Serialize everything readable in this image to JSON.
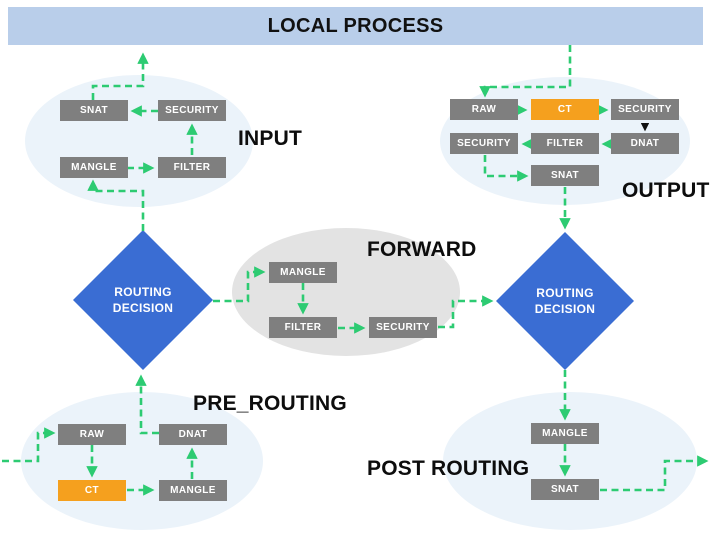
{
  "banner": {
    "label": "LOCAL PROCESS"
  },
  "colors": {
    "banner_bg": "#B9CEEA",
    "node_gray": "#7F7F7F",
    "node_orange": "#F5A01E",
    "decision_blue": "#3A6DD3",
    "cluster_blue": "#EBF3FA",
    "cluster_gray": "#E3E3E3",
    "arrow_green": "#2DCB72",
    "arrow_black": "#111111"
  },
  "decisions": {
    "left": {
      "label": "ROUTING DECISION"
    },
    "right": {
      "label": "ROUTING DECISION"
    }
  },
  "clusters": {
    "input": {
      "label": "INPUT",
      "nodes": [
        {
          "id": "snat",
          "label": "SNAT"
        },
        {
          "id": "security",
          "label": "SECURITY"
        },
        {
          "id": "mangle",
          "label": "MANGLE"
        },
        {
          "id": "filter",
          "label": "FILTER"
        }
      ]
    },
    "output": {
      "label": "OUTPUT",
      "nodes": [
        {
          "id": "raw",
          "label": "RAW"
        },
        {
          "id": "ct",
          "label": "CT",
          "highlight": "orange"
        },
        {
          "id": "security_top",
          "label": "SECURITY"
        },
        {
          "id": "security_left",
          "label": "SECURITY"
        },
        {
          "id": "filter",
          "label": "FILTER"
        },
        {
          "id": "dnat",
          "label": "DNAT"
        },
        {
          "id": "snat",
          "label": "SNAT"
        }
      ]
    },
    "forward": {
      "label": "FORWARD",
      "nodes": [
        {
          "id": "mangle",
          "label": "MANGLE"
        },
        {
          "id": "filter",
          "label": "FILTER"
        },
        {
          "id": "security",
          "label": "SECURITY"
        }
      ]
    },
    "pre_routing": {
      "label": "PRE_ROUTING",
      "nodes": [
        {
          "id": "raw",
          "label": "RAW"
        },
        {
          "id": "dnat",
          "label": "DNAT"
        },
        {
          "id": "ct",
          "label": "CT",
          "highlight": "orange"
        },
        {
          "id": "mangle",
          "label": "MANGLE"
        }
      ]
    },
    "post_routing": {
      "label": "POST ROUTING",
      "nodes": [
        {
          "id": "mangle",
          "label": "MANGLE"
        },
        {
          "id": "snat",
          "label": "SNAT"
        }
      ]
    }
  },
  "edges": [
    {
      "from": "entry-left-edge",
      "to": "pre_routing.raw"
    },
    {
      "from": "pre_routing.raw",
      "to": "pre_routing.ct"
    },
    {
      "from": "pre_routing.ct",
      "to": "pre_routing.mangle"
    },
    {
      "from": "pre_routing.mangle",
      "to": "pre_routing.dnat"
    },
    {
      "from": "pre_routing.dnat",
      "to": "decision_left"
    },
    {
      "from": "decision_left",
      "to": "input.mangle"
    },
    {
      "from": "input.mangle",
      "to": "input.filter"
    },
    {
      "from": "input.filter",
      "to": "input.security"
    },
    {
      "from": "input.security",
      "to": "input.snat"
    },
    {
      "from": "input.snat",
      "to": "local_process"
    },
    {
      "from": "local_process",
      "to": "output.raw"
    },
    {
      "from": "output.raw",
      "to": "output.ct"
    },
    {
      "from": "output.ct",
      "to": "output.security_top"
    },
    {
      "from": "output.security_top",
      "to": "output.dnat",
      "style": "black"
    },
    {
      "from": "output.dnat",
      "to": "output.filter"
    },
    {
      "from": "output.filter",
      "to": "output.security_left"
    },
    {
      "from": "output.security_left",
      "to": "output.snat"
    },
    {
      "from": "output.snat",
      "to": "decision_right"
    },
    {
      "from": "decision_left",
      "to": "forward.mangle"
    },
    {
      "from": "forward.mangle",
      "to": "forward.filter"
    },
    {
      "from": "forward.filter",
      "to": "forward.security"
    },
    {
      "from": "forward.security",
      "to": "decision_right"
    },
    {
      "from": "decision_right",
      "to": "post_routing.mangle"
    },
    {
      "from": "post_routing.mangle",
      "to": "post_routing.snat"
    },
    {
      "from": "post_routing.snat",
      "to": "exit-right-edge"
    }
  ]
}
